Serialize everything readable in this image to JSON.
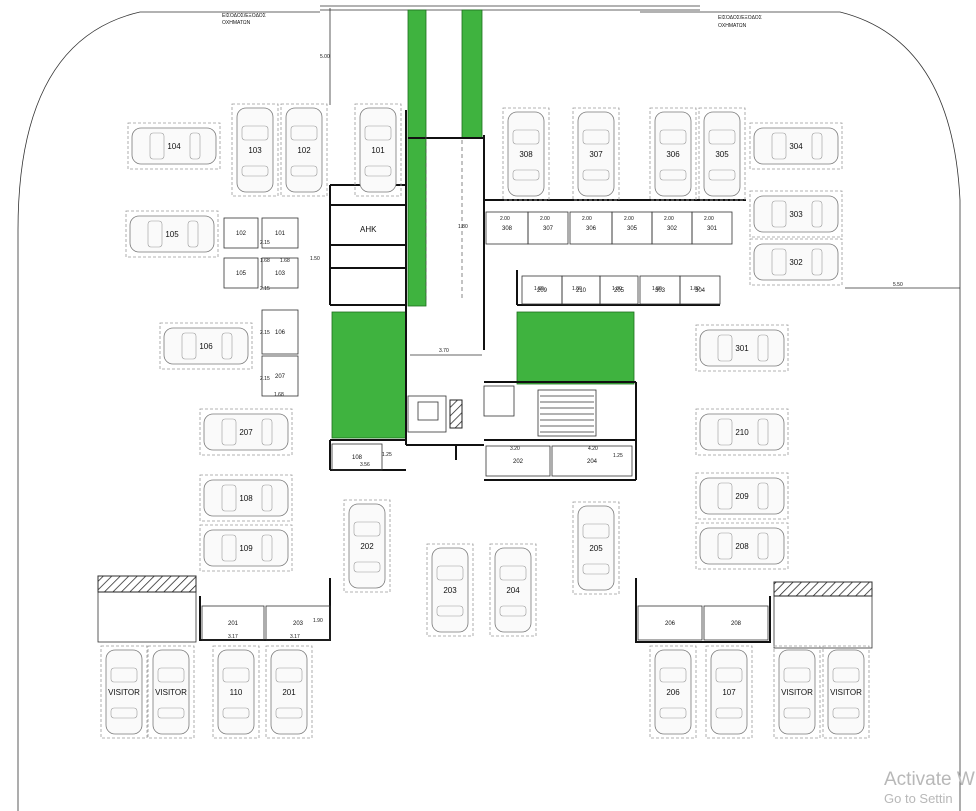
{
  "plan": {
    "entrance_left": [
      "ΕΙΣΟΔΟΣ/ΕΞΟΔΟΣ",
      "ΟΧΗΜΑΤΩΝ"
    ],
    "entrance_right": [
      "ΕΙΣΟΔΟΣ/ΕΞΟΔΟΣ",
      "ΟΧΗΜΑΤΩΝ"
    ],
    "ahk_label": "AHK",
    "dimensions": {
      "d500": "5.00",
      "d550": "5.50",
      "d370": "3.70",
      "d150": "1.50",
      "d180": "1.80",
      "d125": "1.25",
      "d356": "3.56",
      "d320": "3.20",
      "d420": "4.20",
      "d190": "1.90",
      "d317": "3.17",
      "d168": "1.68",
      "d215": "2.15",
      "d200": "2.00",
      "d189": "1.89"
    },
    "parking": [
      "104",
      "103",
      "102",
      "101",
      "308",
      "307",
      "306",
      "305",
      "304",
      "105",
      "303",
      "302",
      "106",
      "301",
      "207",
      "210",
      "108",
      "209",
      "109",
      "202",
      "205",
      "208",
      "203",
      "204",
      "VISITOR",
      "VISITOR",
      "110",
      "201",
      "206",
      "107",
      "VISITOR",
      "VISITOR"
    ],
    "storage_left": [
      "102",
      "101",
      "105",
      "103",
      "106",
      "207"
    ],
    "storage_right_top": [
      "308",
      "307",
      "306",
      "305",
      "302",
      "301"
    ],
    "storage_right_mid": [
      "209",
      "210",
      "205",
      "303",
      "304"
    ],
    "storage_core": [
      "108",
      "202",
      "204"
    ],
    "storage_bottom": [
      "201",
      "203",
      "206",
      "208"
    ]
  },
  "watermark": {
    "line1": "Activate W",
    "line2": "Go to Settin"
  }
}
